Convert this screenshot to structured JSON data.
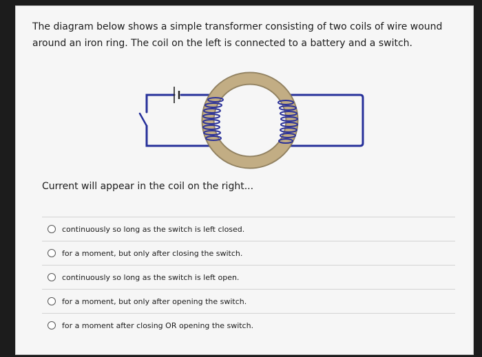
{
  "question": {
    "text": "The diagram below shows a simple transformer consisting of two coils of wire wound around an iron ring. The coil on the left is connected to a battery and a switch."
  },
  "diagram": {
    "ring_color": "#c2ad84",
    "wire_color": "#26309a",
    "coil_color": "#2c3299"
  },
  "prompt": {
    "text": "Current will appear in the coil on the right..."
  },
  "options": [
    {
      "label": "continuously so long as the switch is left closed.",
      "selected": false
    },
    {
      "label": "for a moment, but only after closing the switch.",
      "selected": false
    },
    {
      "label": "continuously so long as the switch is left open.",
      "selected": false
    },
    {
      "label": "for a moment, but only after opening the switch.",
      "selected": false
    },
    {
      "label": "for a moment after closing OR opening the switch.",
      "selected": false
    }
  ]
}
